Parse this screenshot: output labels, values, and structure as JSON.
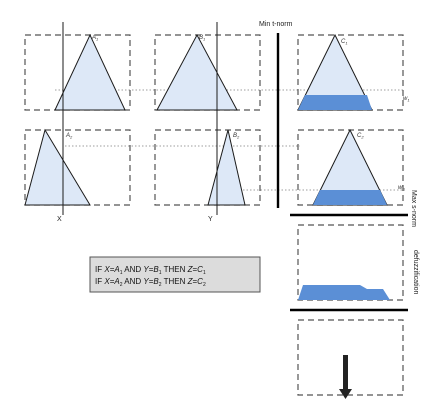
{
  "labels": {
    "A1": "A",
    "A1_sub": "1",
    "B1": "B",
    "B1_sub": "1",
    "C1": "C",
    "C1_sub": "1",
    "A2": "A",
    "A2_sub": "2",
    "B2": "B",
    "B2_sub": "2",
    "C2": "C",
    "C2_sub": "2",
    "w1": "w",
    "w1_sub": "1",
    "w2": "w",
    "w2_sub": "2",
    "x_axis": "X",
    "y_axis": "Y",
    "min_tnorm": "Min t-norm",
    "max_snorm": "Max s-norm",
    "defuzz": "defuzzification"
  },
  "rules": {
    "r1": {
      "if": "IF ",
      "x": "X",
      "eq1": "=",
      "a": "A",
      "a_sub": "1",
      "and": " AND ",
      "y": "Y",
      "eq2": "=",
      "b": "B",
      "b_sub": "1",
      "then": " THEN ",
      "z": "Z",
      "eq3": "=",
      "c": "C",
      "c_sub": "1"
    },
    "r2": {
      "if": "IF ",
      "x": "X",
      "eq1": "=",
      "a": "A",
      "a_sub": "2",
      "and": " AND ",
      "y": "Y",
      "eq2": "=",
      "b": "B",
      "b_sub": "2",
      "then": " THEN ",
      "z": "Z",
      "eq3": "=",
      "c": "C",
      "c_sub": "2"
    }
  },
  "colors": {
    "membership_fill": "#dde8f7",
    "clipped_fill": "#5b8fd6",
    "frame": "#555555"
  }
}
